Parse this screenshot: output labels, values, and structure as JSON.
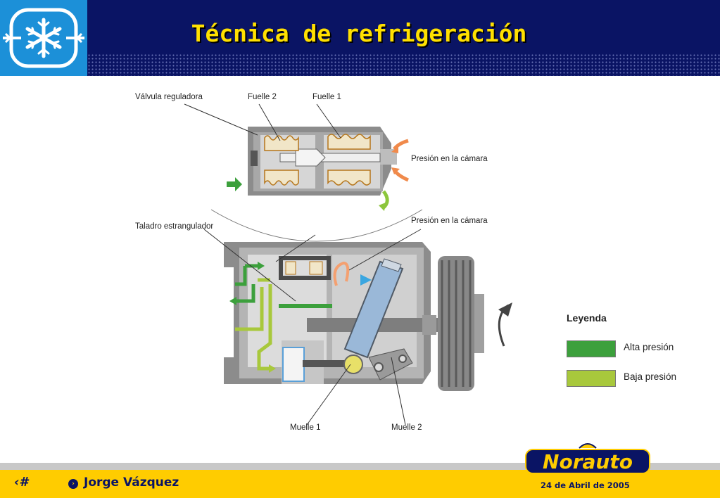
{
  "header": {
    "title": "Técnica de refrigeración"
  },
  "diagram": {
    "labels": {
      "valvula_reguladora": "Válvula reguladora",
      "fuelle_2": "Fuelle 2",
      "fuelle_1": "Fuelle 1",
      "presion_camara_top": "Presión en la cámara",
      "presion_camara_mid": "Presión en la cámara",
      "taladro_estrangulador": "Taladro estrangulador",
      "muelle_1": "Muelle 1",
      "muelle_2": "Muelle 2"
    },
    "legend": {
      "title": "Leyenda",
      "items": [
        {
          "label": "Alta presión",
          "color": "#3ca03c"
        },
        {
          "label": "Baja presión",
          "color": "#a8c83c"
        }
      ]
    }
  },
  "footer": {
    "page_marker": "‹#",
    "author": "Jorge Vázquez",
    "date": "24  de Abril  de 2005",
    "brand": "Norauto"
  },
  "colors": {
    "header_bg": "#0a1464",
    "title": "#ffe000",
    "footer_bg": "#ffcc00",
    "logo_bg": "#1c90d8"
  }
}
